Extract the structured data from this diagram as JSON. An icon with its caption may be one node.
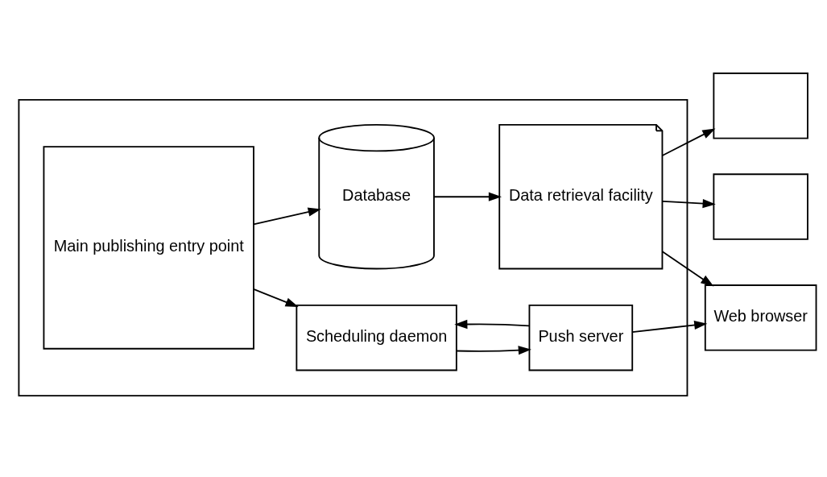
{
  "diagram": {
    "nodes": [
      {
        "text": [],
        "shape": "box"
      },
      {
        "text": [
          "Main publishing entry point"
        ],
        "in": 0
      },
      {
        "text": [
          "Database"
        ],
        "in": 0
      },
      {
        "text": [
          "Data retrieval facility"
        ],
        "in": 0
      },
      {
        "text": [
          "Scheduling daemon"
        ],
        "in": 0
      },
      {
        "text": [
          "Push server"
        ],
        "in": 0
      },
      {
        "text": [],
        "shape": "box"
      },
      {
        "text": [],
        "shape": "box"
      },
      {
        "text": [
          "Web browser"
        ]
      }
    ],
    "edges": [
      {
        "from": 1,
        "to": 2,
        "arrow": "to"
      },
      {
        "from": 2,
        "to": 3,
        "arrow": "to"
      },
      {
        "from": 3,
        "to": 6,
        "arrow": "to"
      },
      {
        "from": 3,
        "to": 7,
        "arrow": "to"
      },
      {
        "from": 3,
        "to": 8,
        "arrow": "to"
      },
      {
        "from": 1,
        "to": 4,
        "arrow": "to"
      },
      {
        "from": 4,
        "to": 5,
        "arrow": "to"
      },
      {
        "from": 5,
        "to": 4,
        "arrow": "to"
      },
      {
        "from": 5,
        "to": 8,
        "arrow": "to"
      }
    ]
  }
}
